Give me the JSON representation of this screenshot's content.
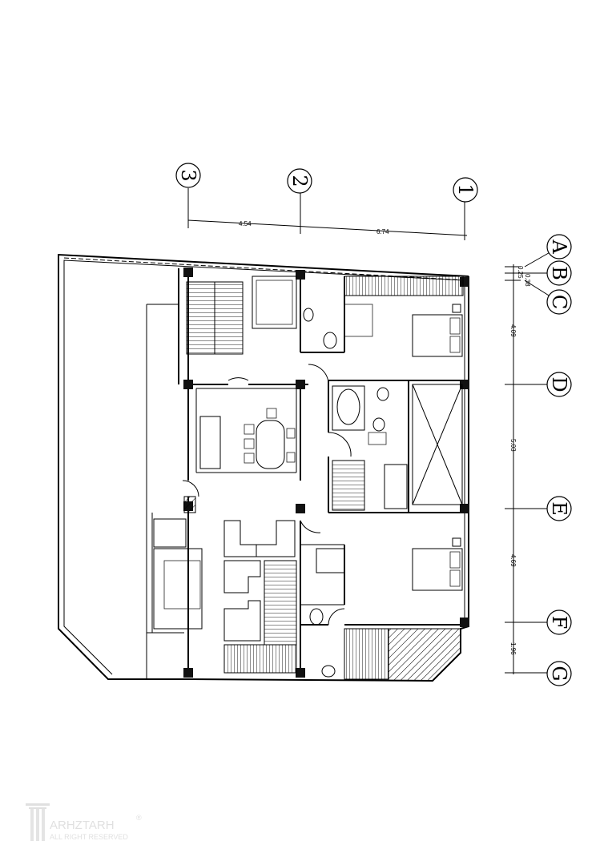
{
  "grid": {
    "columns": [
      {
        "label": "3"
      },
      {
        "label": "2"
      },
      {
        "label": "1"
      }
    ],
    "rows": [
      {
        "label": "A"
      },
      {
        "label": "B"
      },
      {
        "label": "C"
      },
      {
        "label": "D"
      },
      {
        "label": "E"
      },
      {
        "label": "F"
      },
      {
        "label": "G"
      }
    ]
  },
  "dimensions": {
    "horizontal": [
      "4.54",
      "6.74"
    ],
    "vertical": [
      "0.25",
      "0.38",
      "4.09",
      "5.03",
      "4.69",
      "1.96"
    ]
  },
  "watermark": {
    "brand": "ARHZTARH",
    "tagline": "ALL RIGHT RESERVED",
    "mark": "®"
  }
}
